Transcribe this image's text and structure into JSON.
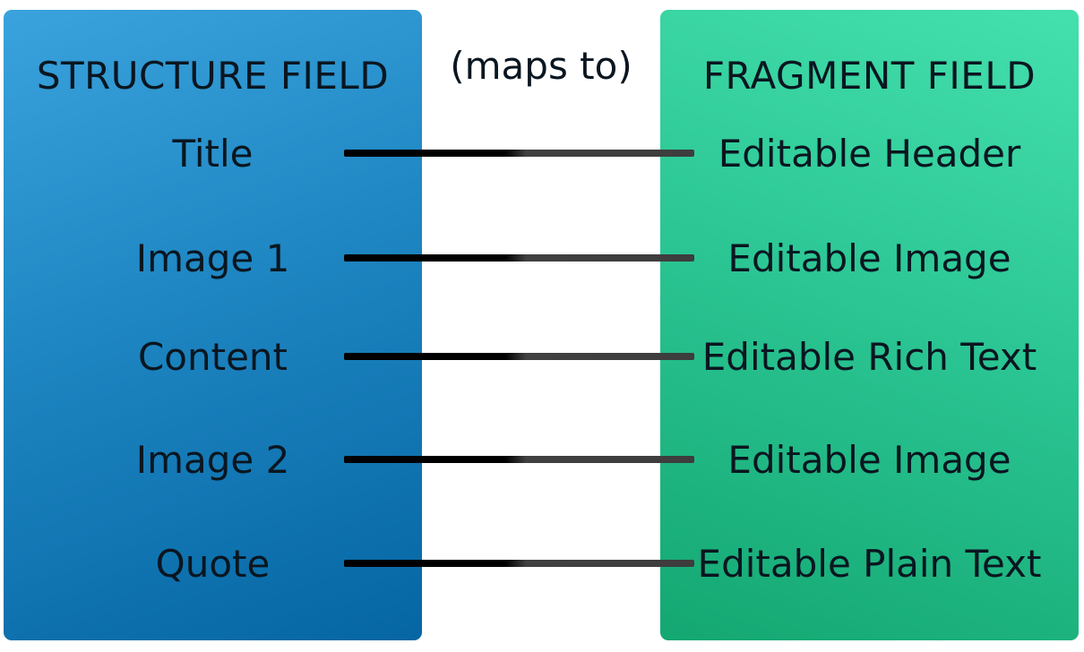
{
  "structure": {
    "heading": "STRUCTURE FIELD"
  },
  "mapping": {
    "label": "(maps to)"
  },
  "fragment": {
    "heading": "FRAGMENT FIELD"
  },
  "rows": [
    {
      "structure_field": "Title",
      "fragment_field": "Editable Header"
    },
    {
      "structure_field": "Image 1",
      "fragment_field": "Editable Image"
    },
    {
      "structure_field": "Content",
      "fragment_field": "Editable Rich Text"
    },
    {
      "structure_field": "Image 2",
      "fragment_field": "Editable Image"
    },
    {
      "structure_field": "Quote",
      "fragment_field": "Editable Plain Text"
    }
  ],
  "colors": {
    "structure_panel": "#1e86c2",
    "fragment_panel": "#2cc795",
    "connector": "#000000"
  }
}
